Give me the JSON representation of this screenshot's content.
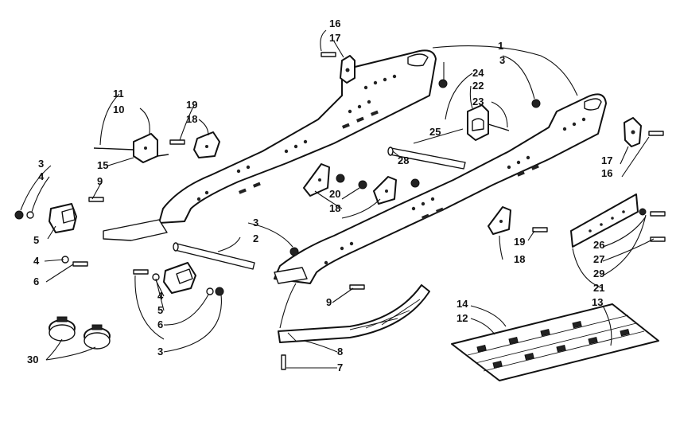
{
  "callouts": [
    "1",
    "2",
    "3",
    "3",
    "3",
    "3",
    "4",
    "4",
    "4",
    "5",
    "5",
    "6",
    "6",
    "7",
    "8",
    "9",
    "9",
    "10",
    "11",
    "12",
    "13",
    "14",
    "15",
    "16",
    "16",
    "17",
    "17",
    "18",
    "18",
    "18",
    "19",
    "19",
    "20",
    "21",
    "22",
    "23",
    "24",
    "25",
    "26",
    "27",
    "28",
    "29",
    "30"
  ]
}
